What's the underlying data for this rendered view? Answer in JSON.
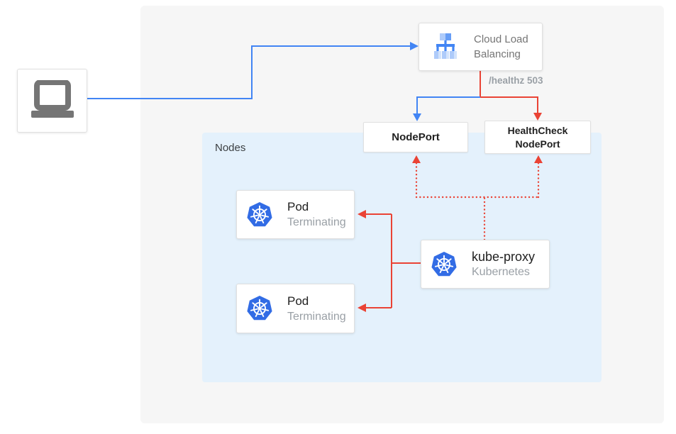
{
  "nodes_label": "Nodes",
  "healthz_label": "/healthz 503",
  "cloud_load_balancing": {
    "line1": "Cloud Load",
    "line2": "Balancing"
  },
  "nodeport_label": "NodePort",
  "healthcheck_nodeport": {
    "line1": "HealthCheck",
    "line2": "NodePort"
  },
  "pods": [
    {
      "title": "Pod",
      "status": "Terminating"
    },
    {
      "title": "Pod",
      "status": "Terminating"
    }
  ],
  "kube_proxy": {
    "title": "kube-proxy",
    "subtitle": "Kubernetes"
  },
  "icons": {
    "client": "laptop-icon",
    "cloud_load_balancing": "cloud-load-balancing-icon",
    "pod": "kubernetes-icon",
    "kube_proxy": "kubernetes-icon"
  },
  "colors": {
    "traffic_blue": "#4285F4",
    "health_red": "#EA4335",
    "nodes_bg": "#E4F1FC",
    "panel_bg": "#F6F6F6",
    "k8s_blue": "#326CE5",
    "icon_gray": "#757575",
    "text_dark": "#212121",
    "text_gray": "#9AA0A6",
    "text_gray_dark": "#757575",
    "label_dark": "#3C4043",
    "border_gray": "#E0E0E0",
    "clb_light": "#AECBFA",
    "clb_mid": "#669DF6",
    "clb_dark": "#4285F4",
    "clb_pale": "#D2E3FC"
  }
}
